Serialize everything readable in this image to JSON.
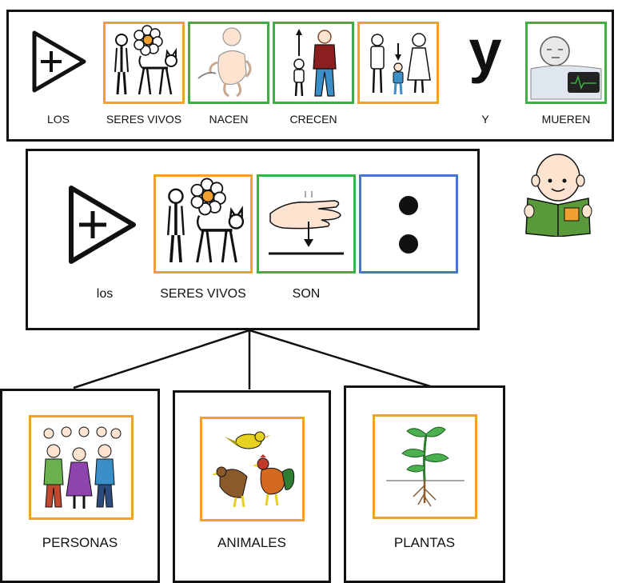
{
  "sentence1": {
    "words": [
      {
        "label": "LOS",
        "border": ""
      },
      {
        "label": "SERES VIVOS",
        "border": "#f0a030"
      },
      {
        "label": "NACEN",
        "border": "#3cb043"
      },
      {
        "label": "CRECEN",
        "border": "#3cb043"
      },
      {
        "label": "",
        "border": "#f0a030"
      },
      {
        "label": "Y",
        "border": ""
      },
      {
        "label": "MUEREN",
        "border": "#3cb043"
      }
    ],
    "y_glyph": "y"
  },
  "sentence2": {
    "words": [
      {
        "label": "los",
        "border": ""
      },
      {
        "label": "SERES VIVOS",
        "border": "#f0a030"
      },
      {
        "label": "SON",
        "border": "#3cb043"
      },
      {
        "label": "",
        "border": "#4a78c8"
      }
    ]
  },
  "categories": [
    {
      "label": "PERSONAS",
      "border": "#f0a030"
    },
    {
      "label": "ANIMALES",
      "border": "#f0a030"
    },
    {
      "label": "PLANTAS",
      "border": "#f0a030"
    }
  ],
  "icons": {
    "plus_arrow": "plus-triangle-icon",
    "living_beings": "person-flower-cat-icon",
    "born": "baby-icon",
    "grow": "growing-people-icon",
    "family": "family-icon",
    "die": "dying-person-icon",
    "are": "hand-down-icon",
    "colon": "colon-icon",
    "reader": "reading-child-icon",
    "people": "people-group-icon",
    "animals": "birds-icon",
    "plants": "plant-icon"
  },
  "colors": {
    "orange": "#f0a030",
    "green": "#3cb043",
    "blue": "#4a78c8",
    "black": "#111111"
  }
}
